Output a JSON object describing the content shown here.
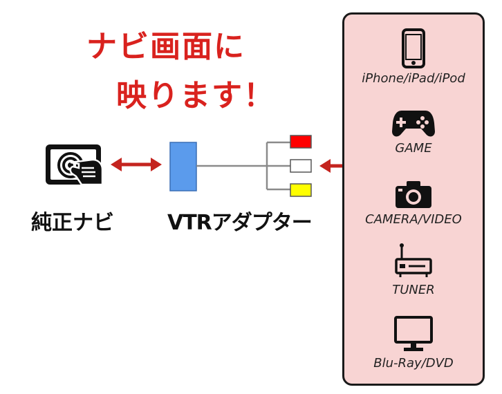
{
  "headline": {
    "line1": "ナビ画面に",
    "line2": "映ります！",
    "color": "#d9221e"
  },
  "navi": {
    "label": "純正ナビ",
    "icon": "touch-screen-icon"
  },
  "adapter": {
    "label": "VTRアダプター",
    "body_color": "#5b9bec",
    "plug_colors": [
      "#ff0000",
      "#ffffff",
      "#ffff00"
    ]
  },
  "arrow_color": "#c4241f",
  "panel": {
    "background": "#f8d4d3",
    "devices": [
      {
        "label": "iPhone/iPad/iPod",
        "icon": "smartphone-icon"
      },
      {
        "label": "GAME",
        "icon": "gamepad-icon"
      },
      {
        "label": "CAMERA/VIDEO",
        "icon": "camera-icon"
      },
      {
        "label": "TUNER",
        "icon": "tuner-icon"
      },
      {
        "label": "Blu-Ray/DVD",
        "icon": "monitor-icon"
      }
    ]
  }
}
